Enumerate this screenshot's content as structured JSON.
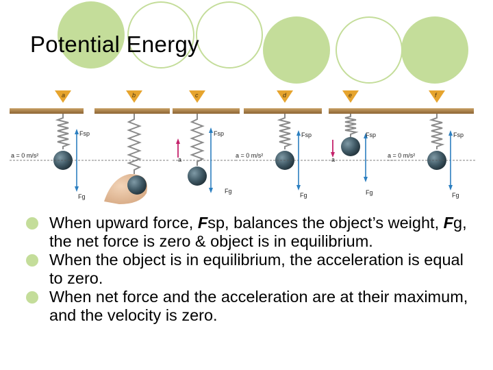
{
  "slide": {
    "title": "Potential Energy",
    "theme_color": "#c4dd9a"
  },
  "figure": {
    "panels": [
      {
        "tag": "a",
        "accel_label": "a = 0 m/s²",
        "force_up": "Fsp",
        "force_down": "Fg"
      },
      {
        "tag": "b"
      },
      {
        "tag": "c",
        "accel_label": "a",
        "force_up": "Fsp",
        "force_down": "Fg"
      },
      {
        "tag": "d",
        "accel_label": "a = 0 m/s²",
        "force_up": "Fsp",
        "force_down": "Fg"
      },
      {
        "tag": "e",
        "accel_label": "a",
        "force_up": "Fsp",
        "force_down": "Fg"
      },
      {
        "tag": "f",
        "accel_label": "a = 0 m/s²",
        "force_up": "Fsp",
        "force_down": "Fg"
      }
    ]
  },
  "bullets": [
    {
      "parts": [
        "When upward force, ",
        "F",
        "sp, balances the object’s weight, ",
        "F",
        "g, the net force is zero & object is in equilibrium."
      ]
    },
    {
      "text": "When the object is in equilibrium, the acceleration is equal to zero."
    },
    {
      "text": "When net force and the acceleration are at their maximum, and the velocity is zero."
    }
  ]
}
